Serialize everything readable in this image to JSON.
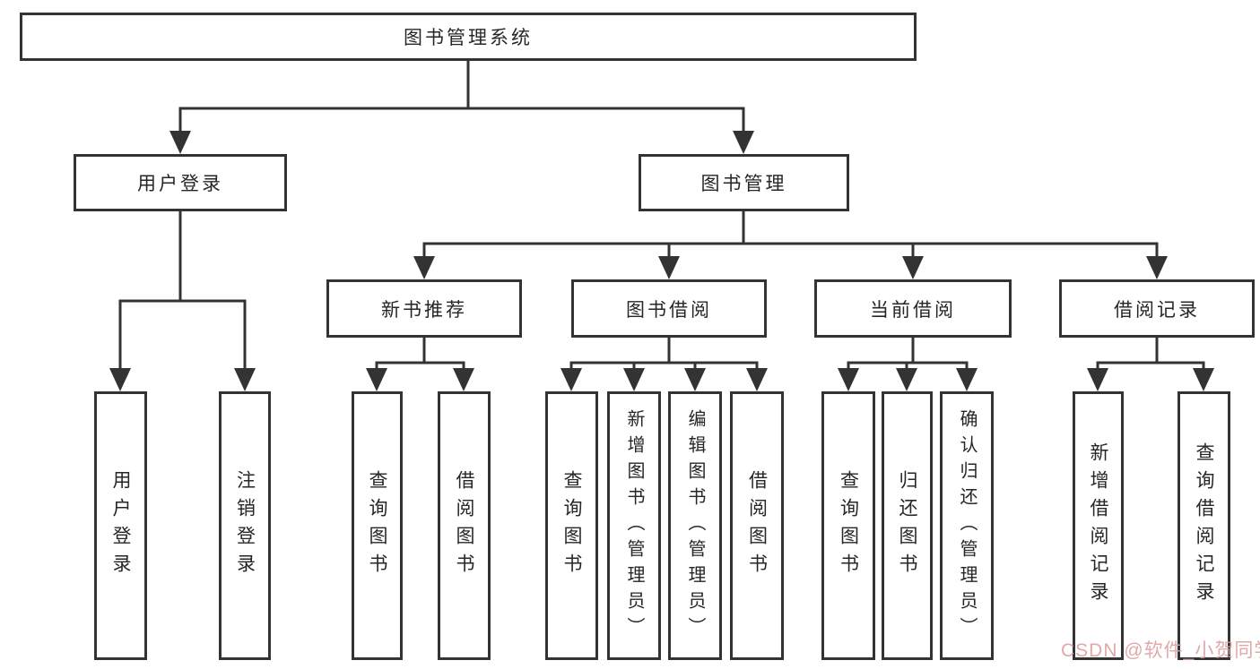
{
  "diagram_title": "图书管理系统",
  "boxes": {
    "root": "图书管理系统",
    "level2": [
      "用户登录",
      "图书管理"
    ],
    "level3": [
      "新书推荐",
      "图书借阅",
      "当前借阅",
      "借阅记录"
    ],
    "leaves": [
      "用户登录",
      "注销登录",
      "查询图书",
      "借阅图书",
      "查询图书",
      "新增图书（管理员）",
      "编辑图书（管理员）",
      "借阅图书",
      "查询图书",
      "归还图书",
      "确认归还（管理员）",
      "新增借阅记录",
      "查询借阅记录"
    ]
  },
  "tree": {
    "label": "图书管理系统",
    "children": [
      {
        "label": "用户登录",
        "children": [
          {
            "label": "用户登录"
          },
          {
            "label": "注销登录"
          }
        ]
      },
      {
        "label": "图书管理",
        "children": [
          {
            "label": "新书推荐",
            "children": [
              {
                "label": "查询图书"
              },
              {
                "label": "借阅图书"
              }
            ]
          },
          {
            "label": "图书借阅",
            "children": [
              {
                "label": "查询图书"
              },
              {
                "label": "新增图书（管理员）"
              },
              {
                "label": "编辑图书（管理员）"
              },
              {
                "label": "借阅图书"
              }
            ]
          },
          {
            "label": "当前借阅",
            "children": [
              {
                "label": "查询图书"
              },
              {
                "label": "归还图书"
              },
              {
                "label": "确认归还（管理员）"
              }
            ]
          },
          {
            "label": "借阅记录",
            "children": [
              {
                "label": "新增借阅记录"
              },
              {
                "label": "查询借阅记录"
              }
            ]
          }
        ]
      }
    ]
  },
  "watermark": {
    "text": "CSDN @软件_小贺同学"
  },
  "colors": {
    "line": "#333333",
    "text": "#262626",
    "watermark": "#df9f9f",
    "background": "#ffffff"
  }
}
